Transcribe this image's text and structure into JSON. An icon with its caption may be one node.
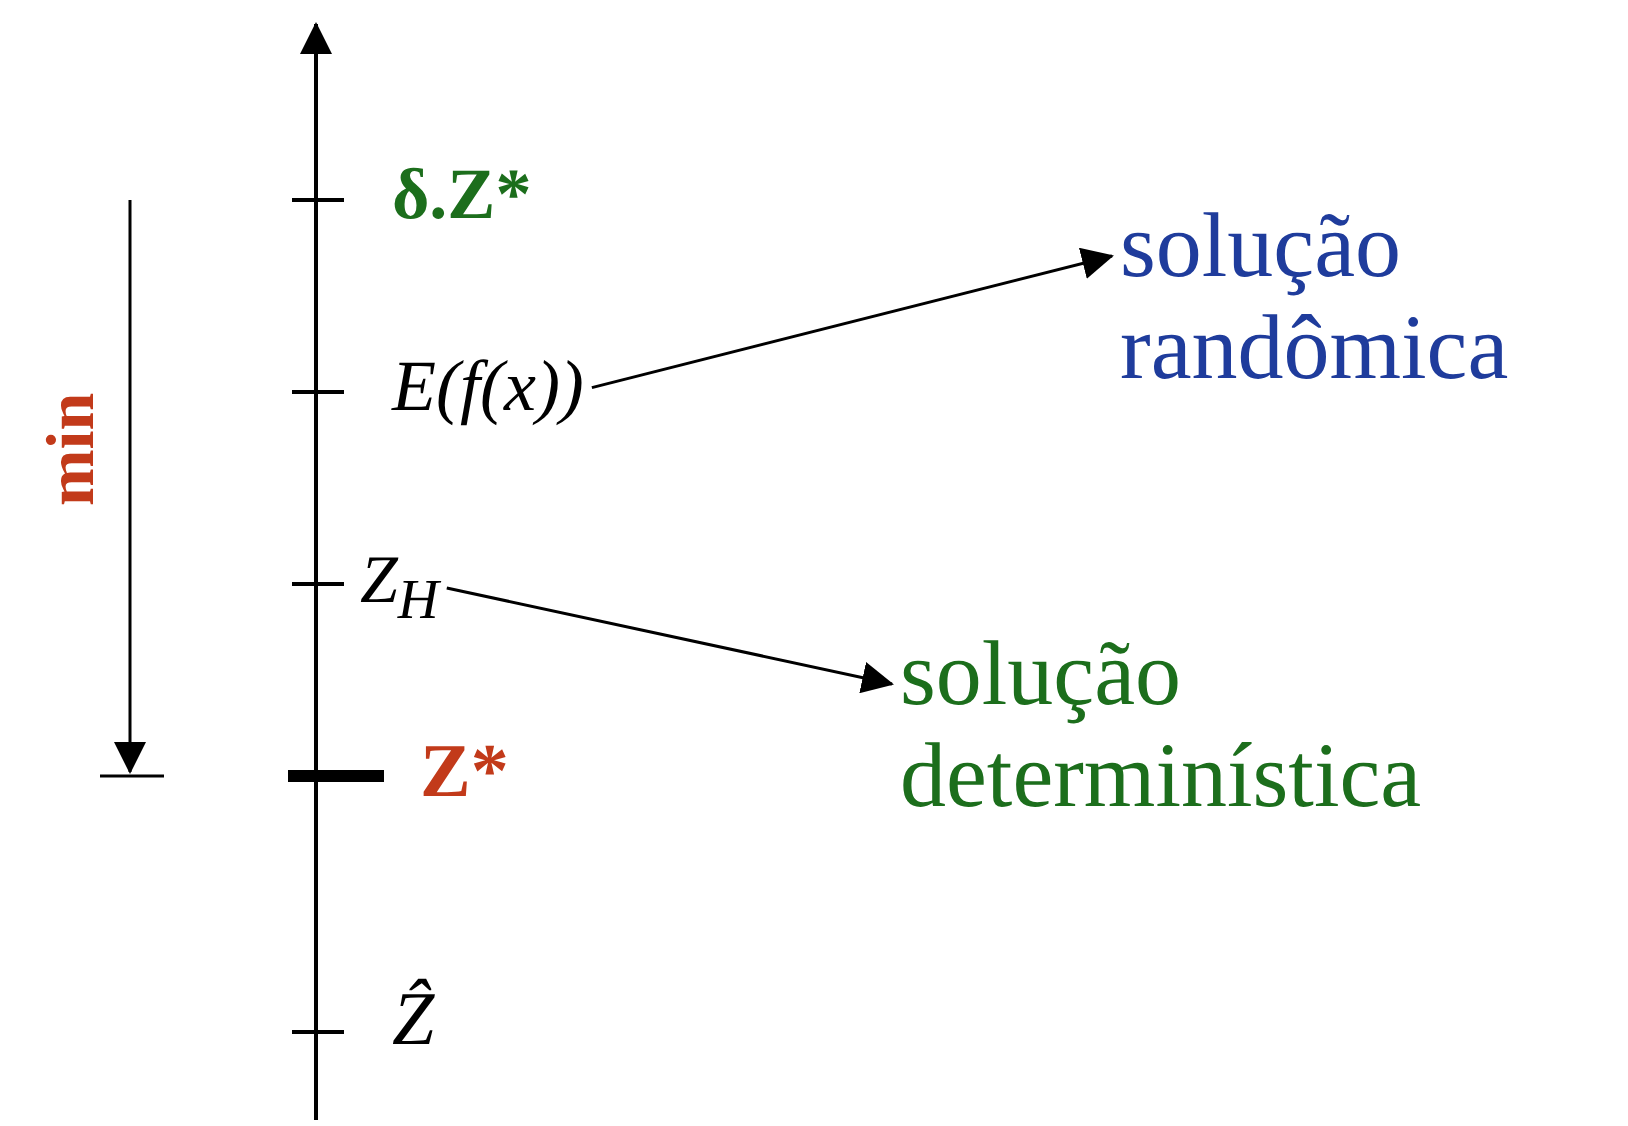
{
  "diagram": {
    "nodes": [
      {
        "text": [
          "δ.Z*"
        ]
      },
      {
        "text": [
          "E(f(x))"
        ]
      },
      {
        "text": [
          "Z$_{H}$"
        ]
      },
      {
        "text": [
          "Z*"
        ]
      },
      {
        "text": [
          "Ẑ"
        ]
      },
      {
        "text": [
          "solução randômica"
        ]
      },
      {
        "text": [
          "solução determinística"
        ]
      }
    ],
    "edges": [
      {
        "from": 1,
        "to": 5,
        "arrow": "to"
      },
      {
        "from": 2,
        "to": 6,
        "arrow": "to"
      }
    ],
    "labels": [
      "min"
    ]
  }
}
